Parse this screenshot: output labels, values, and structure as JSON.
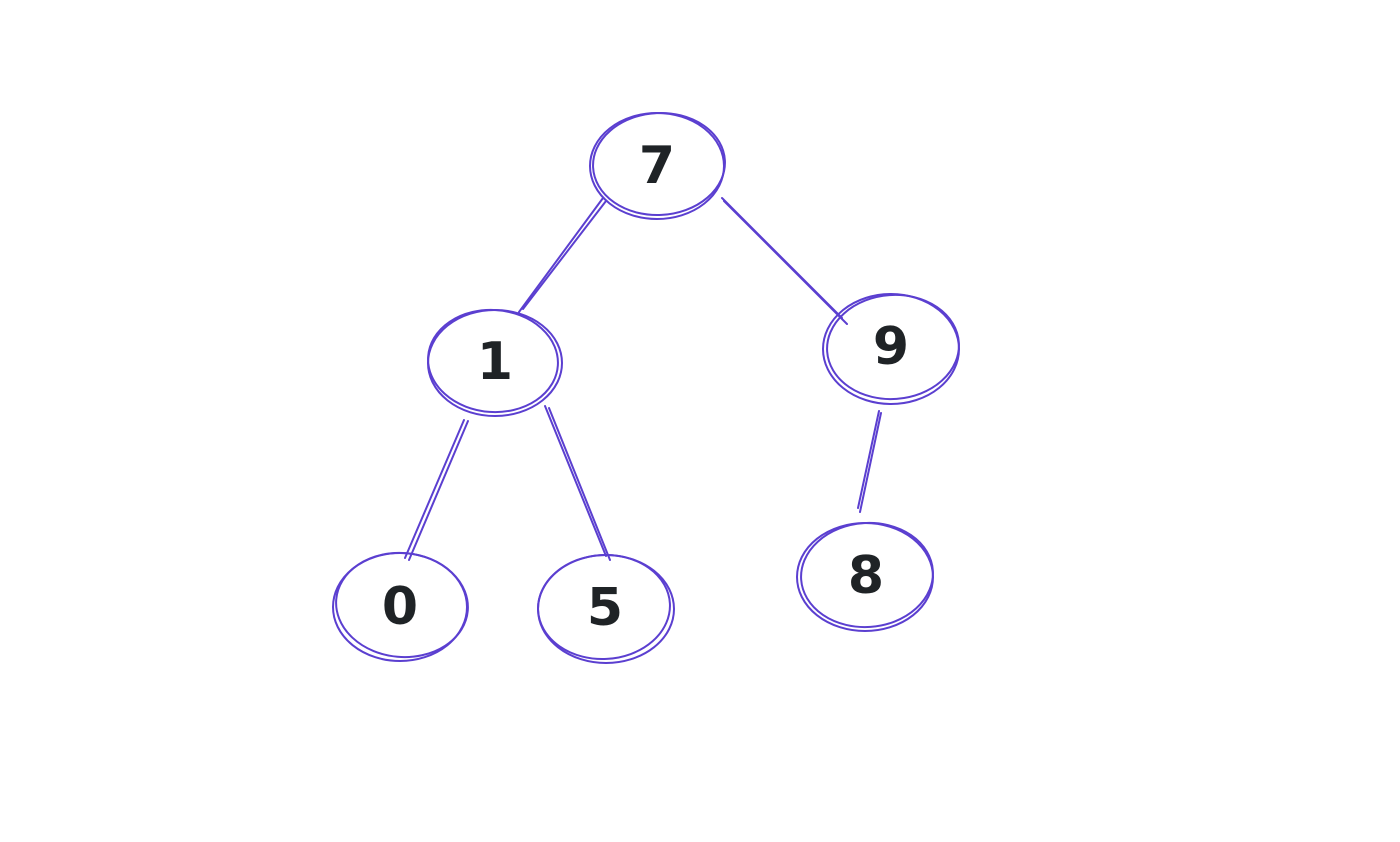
{
  "diagram": {
    "type": "binary-tree",
    "stroke_color": "#5b3fd0",
    "text_color": "#1f2326",
    "background": "#ffffff",
    "nodes": [
      {
        "id": "n7",
        "label": "7"
      },
      {
        "id": "n1",
        "label": "1"
      },
      {
        "id": "n9",
        "label": "9"
      },
      {
        "id": "n0",
        "label": "0"
      },
      {
        "id": "n5",
        "label": "5"
      },
      {
        "id": "n8",
        "label": "8"
      }
    ],
    "edges": [
      {
        "from": "n7",
        "to": "n1"
      },
      {
        "from": "n7",
        "to": "n9"
      },
      {
        "from": "n1",
        "to": "n0"
      },
      {
        "from": "n1",
        "to": "n5"
      },
      {
        "from": "n9",
        "to": "n8"
      }
    ]
  }
}
